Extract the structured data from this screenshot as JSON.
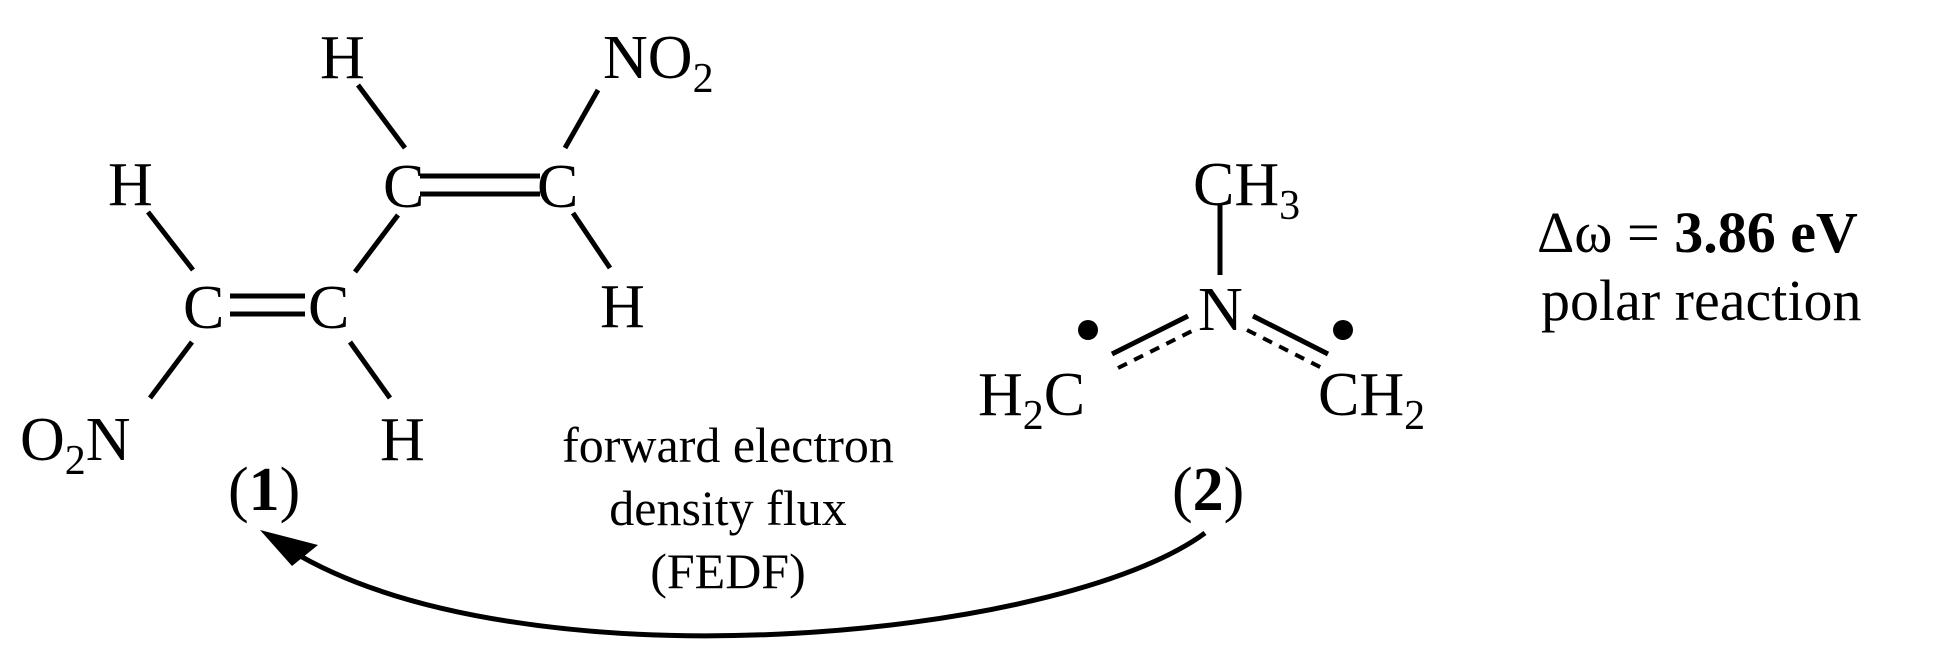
{
  "molecule1": {
    "atoms": {
      "h_top": "H",
      "no2_top": "NO",
      "no2_top_sub": "2",
      "h_left": "H",
      "c_right_upper": "C",
      "c_far_right": "C",
      "h_right": "H",
      "c_left_lower": "C",
      "c_mid_lower": "C",
      "o2n_o": "O",
      "o2n_sub": "2",
      "o2n_n": "N",
      "h_bottom": "H"
    },
    "label_open": "(",
    "label_number": "1",
    "label_close": ")"
  },
  "molecule2": {
    "atoms": {
      "ch3_ch": "CH",
      "ch3_sub": "3",
      "n_center": "N",
      "h2c_h": "H",
      "h2c_sub": "2",
      "h2c_c": "C",
      "ch2_ch": "CH",
      "ch2_sub": "2"
    },
    "label_open": "(",
    "label_number": "2",
    "label_close": ")"
  },
  "flux": {
    "line1": "forward electron",
    "line2": "density flux",
    "line3": "(FEDF)"
  },
  "reaction": {
    "delta_omega_prefix": "Δω = ",
    "delta_omega_value": "3.86 eV",
    "type": "polar reaction"
  }
}
